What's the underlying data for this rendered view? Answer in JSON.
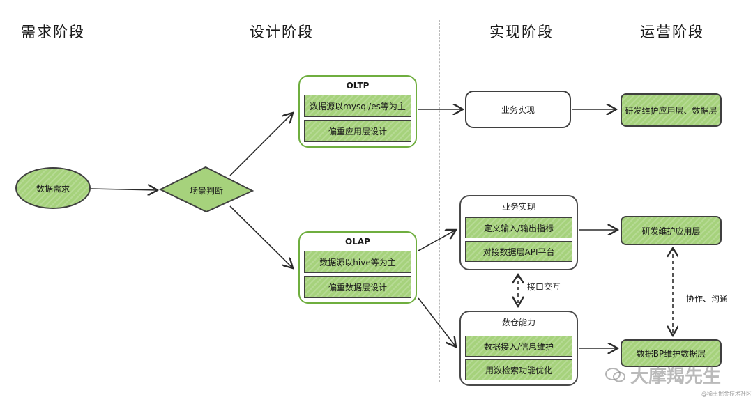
{
  "phases": {
    "requirement": "需求阶段",
    "design": "设计阶段",
    "implementation": "实现阶段",
    "operation": "运营阶段"
  },
  "nodes": {
    "data_requirement": "数据需求",
    "scenario_judgment": "场景判断",
    "oltp": {
      "title": "OLTP",
      "item1": "数据源以mysql/es等为主",
      "item2": "偏重应用层设计"
    },
    "olap": {
      "title": "OLAP",
      "item1": "数据源以hive等为主",
      "item2": "偏重数据层设计"
    },
    "biz_impl_top": "业务实现",
    "biz_impl_group": {
      "title": "业务实现",
      "item1": "定义输入/输出指标",
      "item2": "对接数据层API平台"
    },
    "dw_capability": {
      "title": "数仓能力",
      "item1": "数据接入/信息维护",
      "item2": "用数检索功能优化"
    },
    "ops_app_data": "研发维护应用层、数据层",
    "ops_app": "研发维护应用层",
    "ops_bp": "数据BP维护数据层"
  },
  "edge_labels": {
    "interface": "接口交互",
    "collaboration": "协作、沟通"
  },
  "watermark": {
    "main": "大摩羯先生",
    "small": "@稀土掘金技术社区"
  },
  "colors": {
    "green_fill": "#a6d27c",
    "green_outline": "#6fae3f",
    "stroke": "#3f3f3f",
    "divider": "#b9b9b9"
  }
}
